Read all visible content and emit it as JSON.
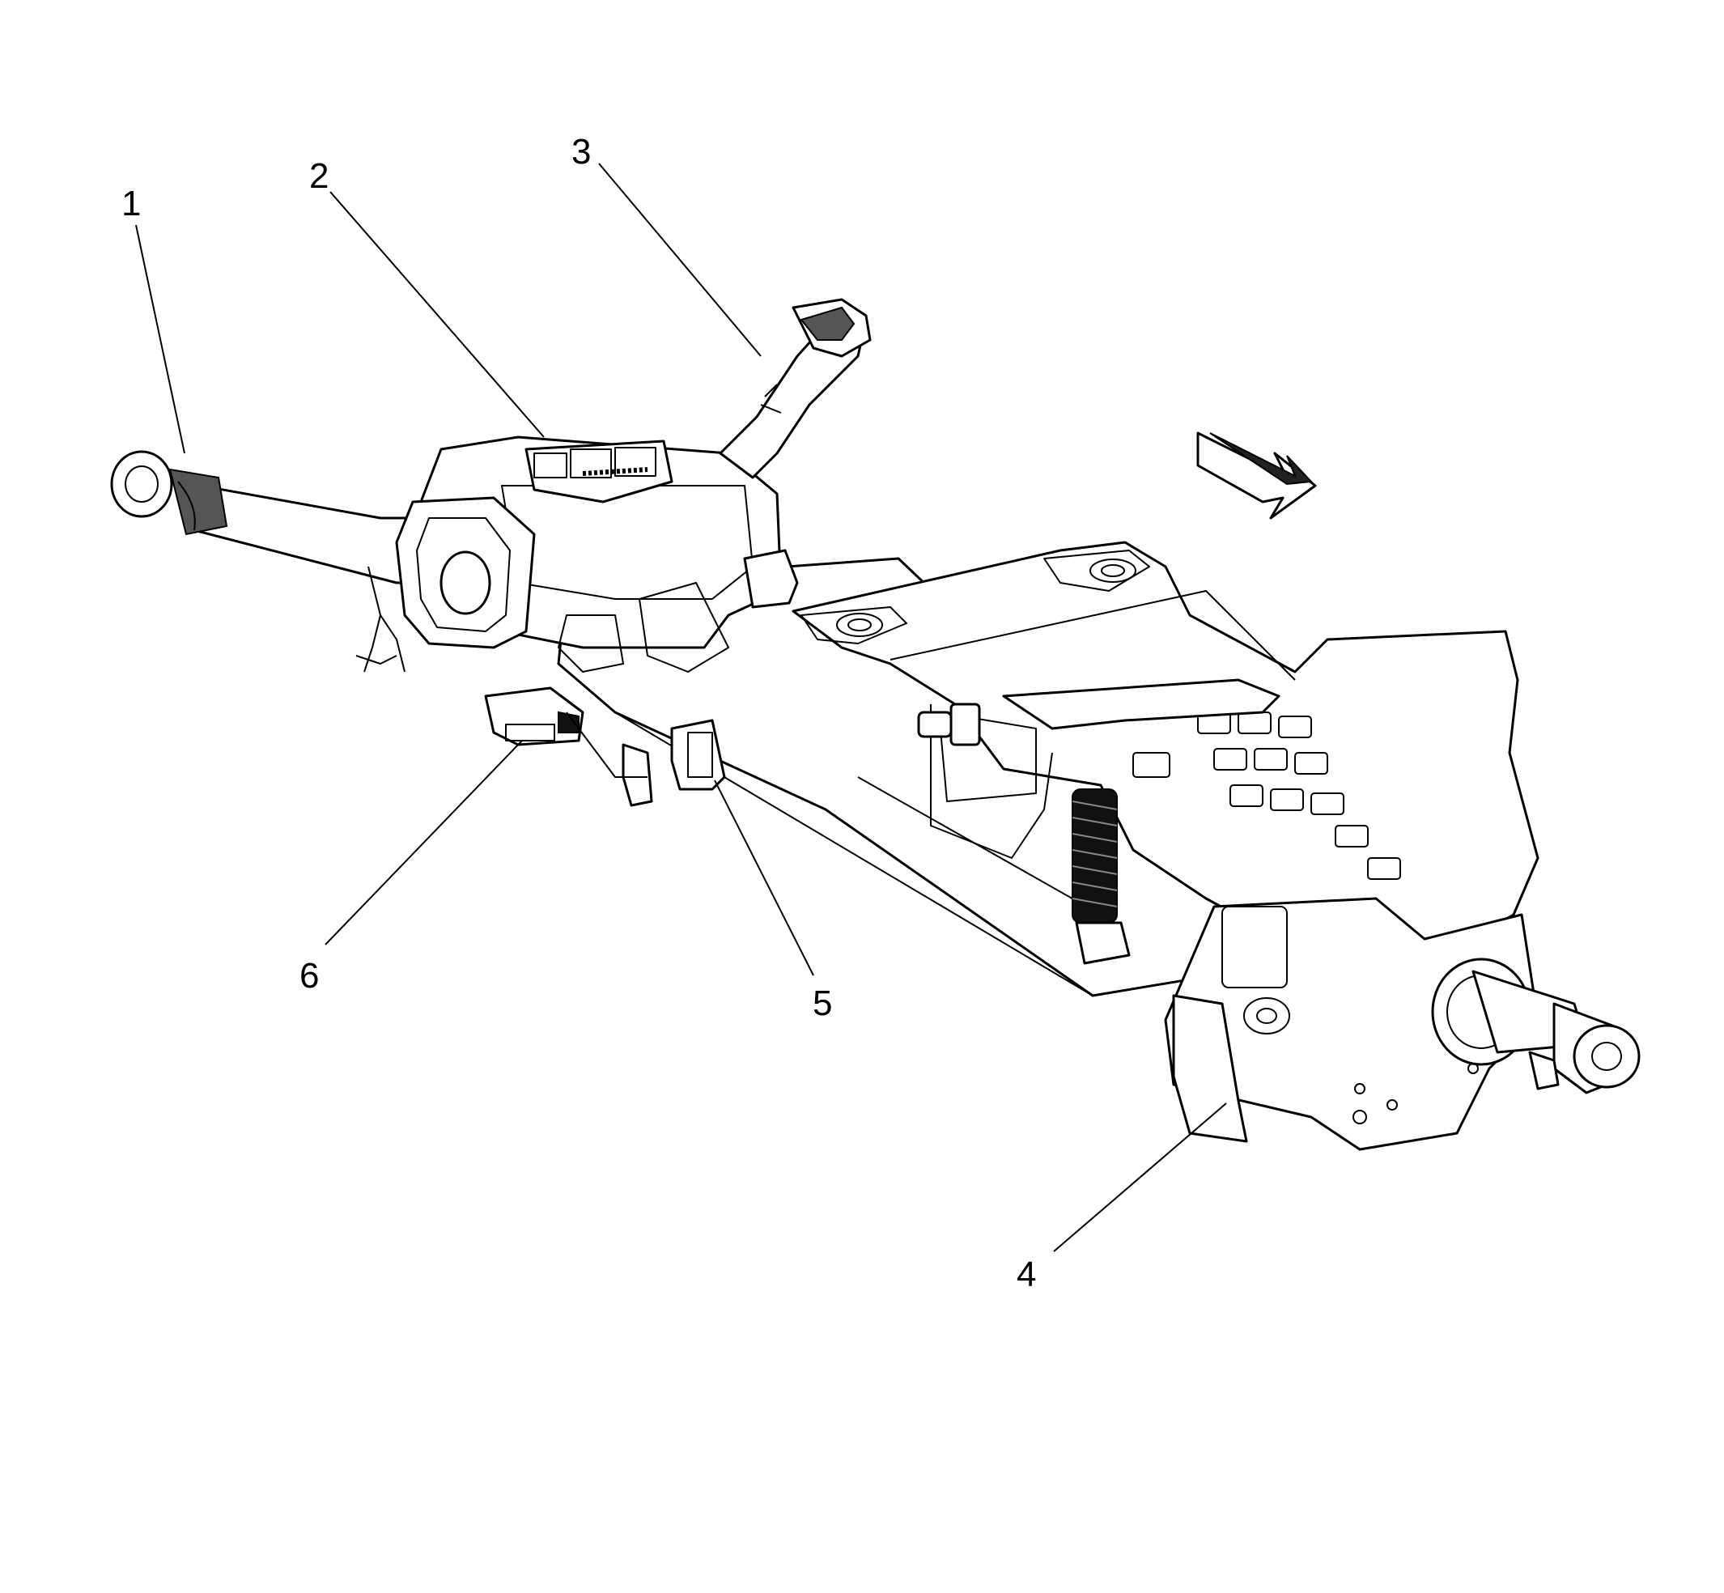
{
  "callouts": [
    {
      "id": "1",
      "label": "1"
    },
    {
      "id": "2",
      "label": "2"
    },
    {
      "id": "3",
      "label": "3"
    },
    {
      "id": "4",
      "label": "4"
    },
    {
      "id": "5",
      "label": "5"
    },
    {
      "id": "6",
      "label": "6"
    }
  ],
  "icons": {
    "direction_arrow": "front-direction-arrow-icon"
  },
  "colors": {
    "line": "#000000",
    "background": "#ffffff"
  }
}
